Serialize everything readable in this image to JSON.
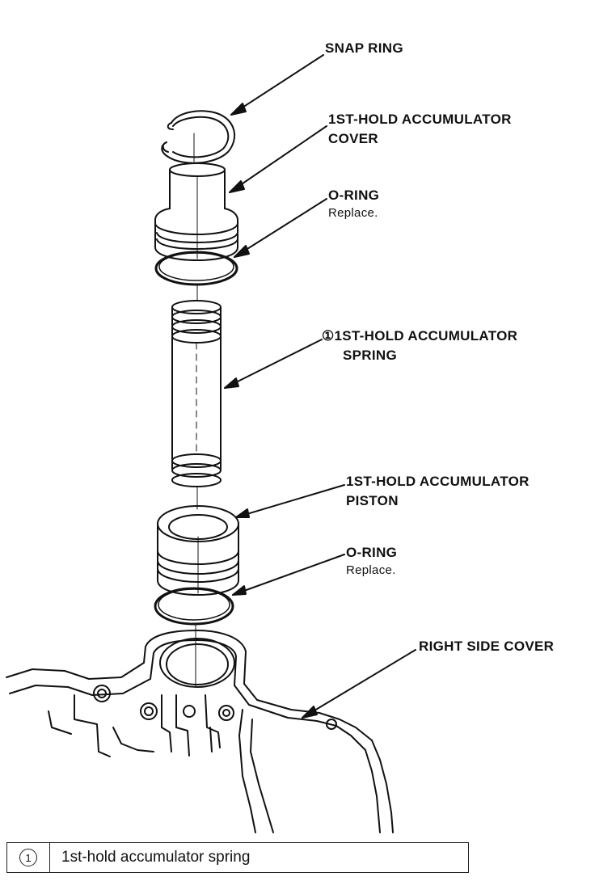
{
  "labels": {
    "snap_ring": "SNAP RING",
    "cover_line1": "1ST-HOLD ACCUMULATOR",
    "cover_line2": "COVER",
    "oring_top": "O-RING",
    "oring_top_note": "Replace.",
    "spring_num": "①",
    "spring_line1": "1ST-HOLD ACCUMULATOR",
    "spring_line2": "SPRING",
    "piston_line1": "1ST-HOLD ACCUMULATOR",
    "piston_line2": "PISTON",
    "oring_bottom": "O-RING",
    "oring_bottom_note": "Replace.",
    "right_side_cover": "RIGHT SIDE COVER"
  },
  "legend": {
    "number": "1",
    "description": "1st-hold accumulator spring"
  }
}
